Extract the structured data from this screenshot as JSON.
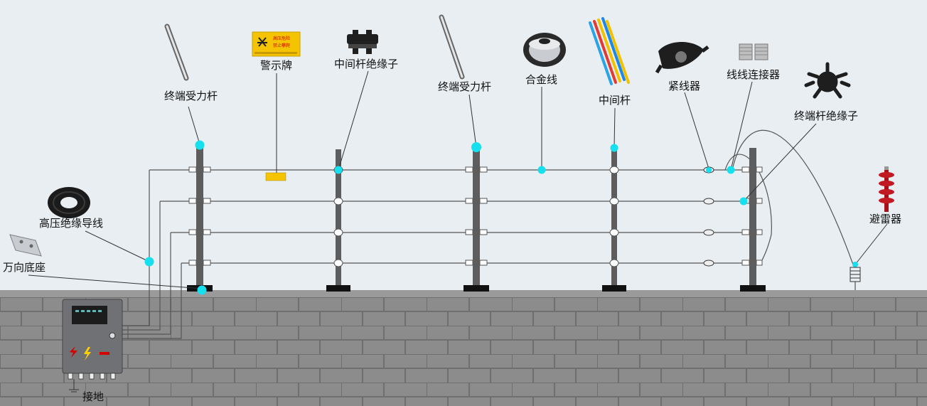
{
  "labels": {
    "terminal_pole_left": "终端受力杆",
    "warning_sign": "警示牌",
    "middle_insulator": "中间杆绝缘子",
    "terminal_pole_right": "终端受力杆",
    "alloy_wire": "合金线",
    "middle_pole": "中间杆",
    "tightener": "紧线器",
    "wire_connector": "线线连接器",
    "terminal_insulator": "终端杆绝缘子",
    "hv_cable": "高压绝缘导线",
    "universal_base": "万向底座",
    "lightning_arrester": "避雷器",
    "ground": "接地"
  },
  "sign": {
    "line1": "高压危险",
    "line2": "禁止攀爬"
  },
  "colors": {
    "marker": "#16e0ee",
    "sky": "#e9eef2",
    "wall": "#8b8b8b",
    "pole": "#5d5d5d",
    "sign_yellow": "#f4c400",
    "arrester_red": "#c21a22"
  }
}
